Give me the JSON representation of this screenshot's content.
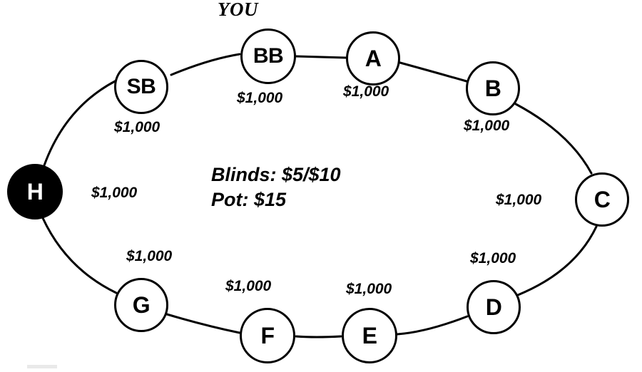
{
  "diagram": {
    "title_tag": "YOU",
    "center": {
      "blinds_line": "Blinds: $5/$10",
      "pot_line": "Pot: $15"
    },
    "colors": {
      "ink": "#000000",
      "paper": "#ffffff",
      "dealer_fill": "#000000",
      "dealer_text": "#ffffff"
    },
    "seats": [
      {
        "name": "SB",
        "stack": "$1,000",
        "role": "small-blind",
        "is_dealer": false
      },
      {
        "name": "BB",
        "stack": "$1,000",
        "role": "big-blind",
        "is_dealer": false
      },
      {
        "name": "A",
        "stack": "$1,000",
        "role": "player",
        "is_dealer": false
      },
      {
        "name": "B",
        "stack": "$1,000",
        "role": "player",
        "is_dealer": false
      },
      {
        "name": "C",
        "stack": "$1,000",
        "role": "player",
        "is_dealer": false
      },
      {
        "name": "D",
        "stack": "$1,000",
        "role": "player",
        "is_dealer": false
      },
      {
        "name": "E",
        "stack": "$1,000",
        "role": "player",
        "is_dealer": false
      },
      {
        "name": "F",
        "stack": "$1,000",
        "role": "player",
        "is_dealer": false
      },
      {
        "name": "G",
        "stack": "$1,000",
        "role": "player",
        "is_dealer": false
      },
      {
        "name": "H",
        "stack": "$1,000",
        "role": "dealer-button",
        "is_dealer": true
      }
    ]
  }
}
